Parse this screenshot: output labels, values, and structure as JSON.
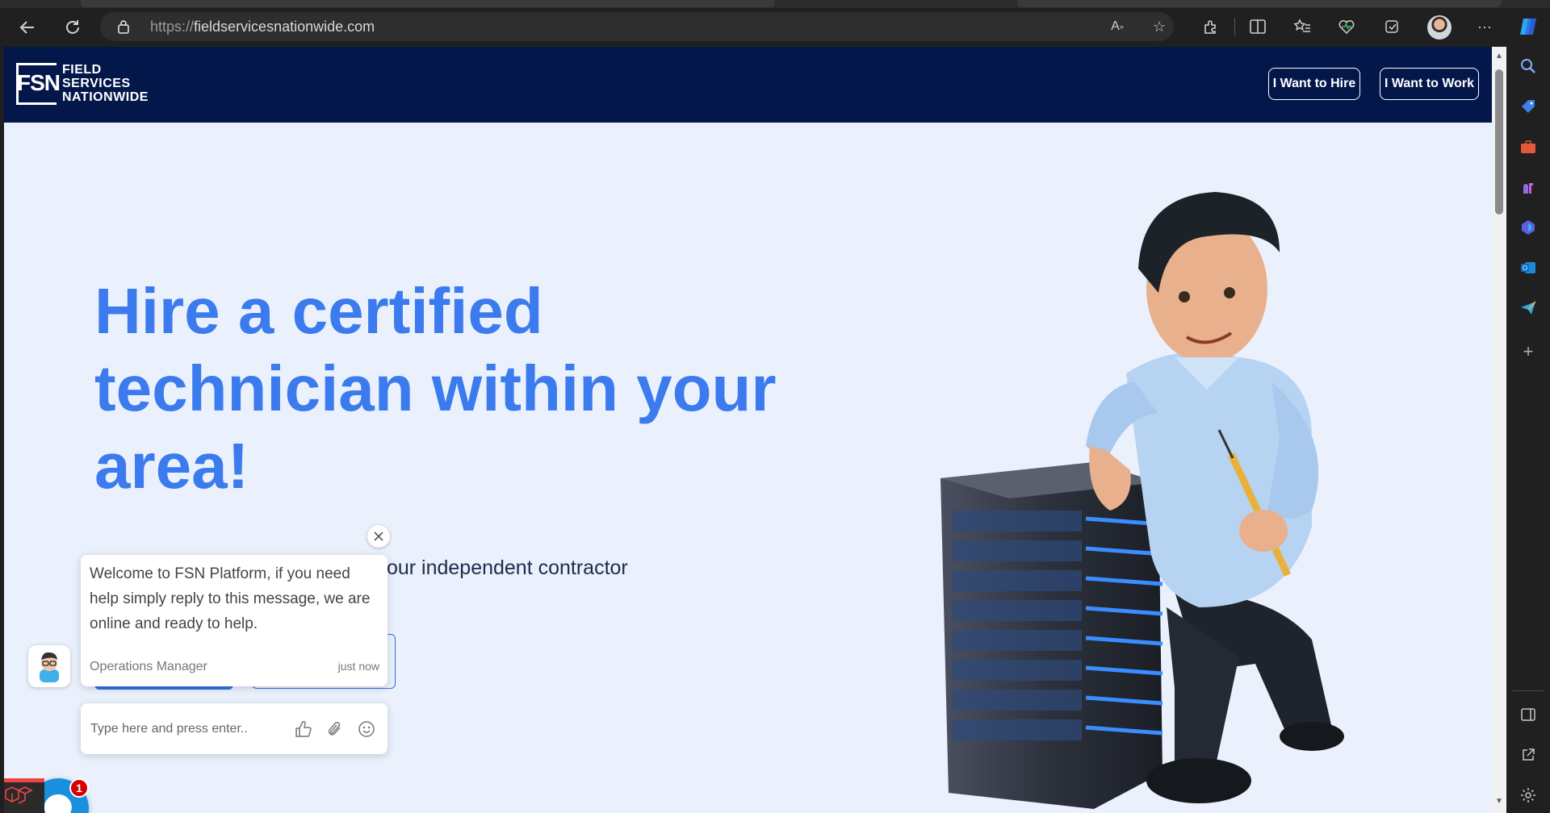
{
  "browser": {
    "url_protocol": "https://",
    "url_host": "fieldservicesnationwide.com"
  },
  "site": {
    "logo_mark": "FSN",
    "logo_line1": "FIELD",
    "logo_line2": "SERVICES",
    "logo_line3": "NATIONWIDE",
    "nav": {
      "hire_label": "I Want to Hire",
      "work_label": "I Want to Work"
    }
  },
  "hero": {
    "title": "Hire a certified technician within your area!",
    "subtitle_visible": "y your independent contractor"
  },
  "chat": {
    "message": "Welcome to FSN Platform, if you need help simply reply to this message, we are online and ready to help.",
    "sender": "Operations Manager",
    "time": "just now",
    "input_placeholder": "Type here and press enter..",
    "unread_count": "1"
  },
  "colors": {
    "header_bg": "#04174a",
    "accent": "#3b7bee",
    "page_bg": "#eaf1fd",
    "chat_launcher": "#1a8fde"
  }
}
